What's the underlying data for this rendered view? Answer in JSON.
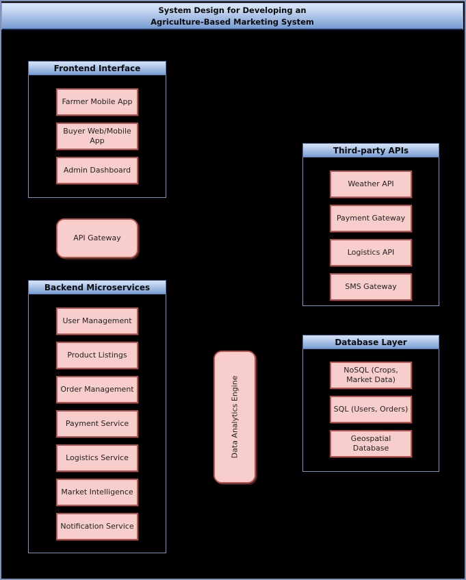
{
  "title": "System Design for Developing an\nAgriculture-Based Marketing System",
  "colors": {
    "canvas_background": "#000000",
    "canvas_border": "#8093ba",
    "header_gradient_top": "#d6e2f6",
    "header_gradient_bottom": "#7ea2d6",
    "header_border": "#4d71a3",
    "group_border": "#7d95c6",
    "node_fill": "#f8cecc",
    "node_border": "#b85450"
  },
  "groups": {
    "frontend": {
      "title": "Frontend Interface",
      "items": [
        {
          "label": "Farmer Mobile App"
        },
        {
          "label": "Buyer Web/Mobile App"
        },
        {
          "label": "Admin Dashboard"
        }
      ]
    },
    "backend": {
      "title": "Backend Microservices",
      "items": [
        {
          "label": "User Management"
        },
        {
          "label": "Product Listings"
        },
        {
          "label": "Order Management"
        },
        {
          "label": "Payment Service"
        },
        {
          "label": "Logistics Service"
        },
        {
          "label": "Market Intelligence"
        },
        {
          "label": "Notification Service"
        }
      ]
    },
    "third_party": {
      "title": "Third-party APIs",
      "items": [
        {
          "label": "Weather API"
        },
        {
          "label": "Payment Gateway"
        },
        {
          "label": "Logistics API"
        },
        {
          "label": "SMS Gateway"
        }
      ]
    },
    "database": {
      "title": "Database Layer",
      "items": [
        {
          "label": "NoSQL (Crops, Market Data)"
        },
        {
          "label": "SQL (Users, Orders)"
        },
        {
          "label": "Geospatial Database"
        }
      ]
    }
  },
  "nodes": {
    "api_gateway": {
      "label": "API Gateway"
    },
    "analytics_engine": {
      "label": "Data Analytics Engine"
    }
  }
}
